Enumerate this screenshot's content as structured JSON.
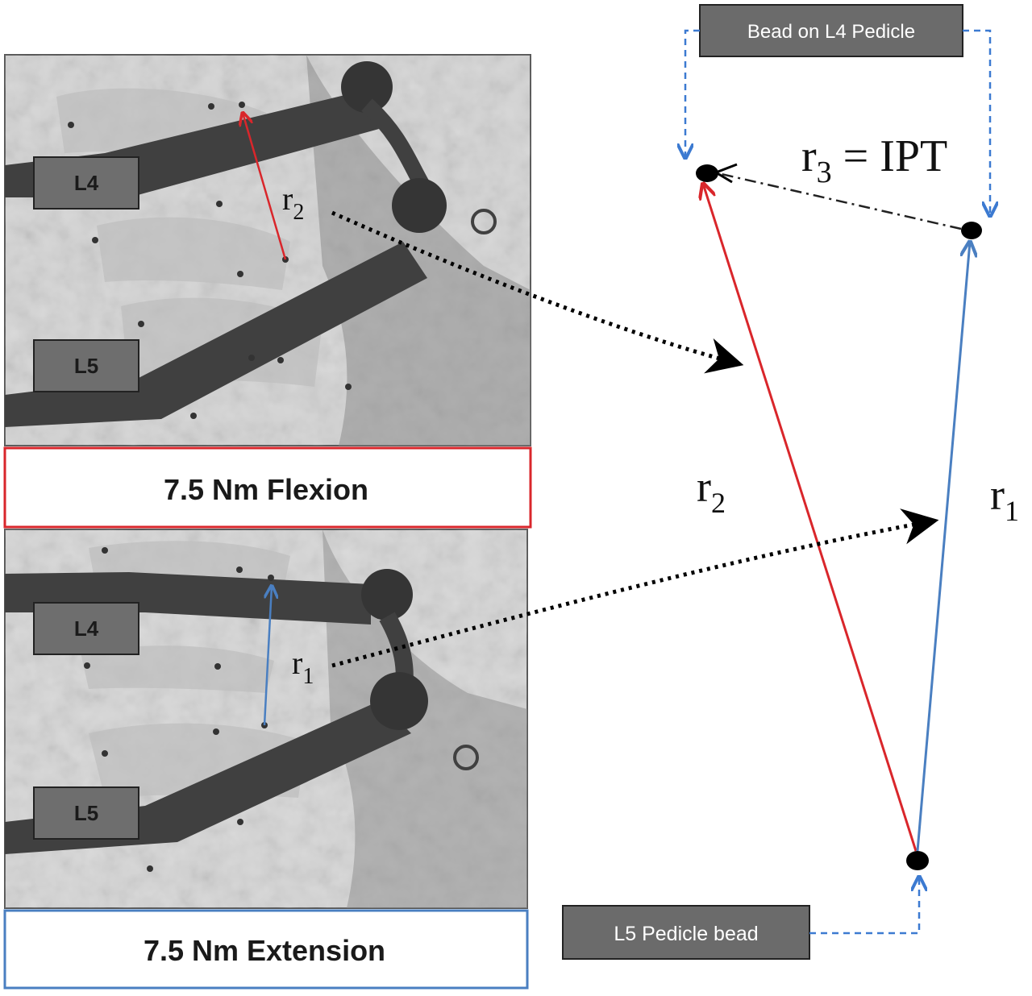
{
  "colors": {
    "flexion": "#d9262b",
    "extension": "#4a7fc1",
    "dashed_blue": "#3c7ad1",
    "box_fill": "#6b6b6b",
    "box_text": "#ffffff",
    "xray_bg": "#d2d2d2",
    "implant": "#404040"
  },
  "panels": {
    "flexion": {
      "label_top": "L4",
      "label_bottom": "L5",
      "vector_label": "r",
      "vector_sub": "2",
      "caption": "7.5 Nm Flexion"
    },
    "extension": {
      "label_top": "L4",
      "label_bottom": "L5",
      "vector_label": "r",
      "vector_sub": "1",
      "caption": "7.5 Nm Extension"
    }
  },
  "schematic": {
    "top_bead_label": "Bead on L4 Pedicle",
    "bottom_bead_label": "L5 Pedicle bead",
    "r3_label": "r",
    "r3_sub": "3",
    "r3_rest": " = IPT",
    "r2_label": "r",
    "r2_sub": "2",
    "r1_label": "r",
    "r1_sub": "1"
  },
  "icons": {
    "bead": "filled-ellipse",
    "arrow": "arrowhead"
  }
}
